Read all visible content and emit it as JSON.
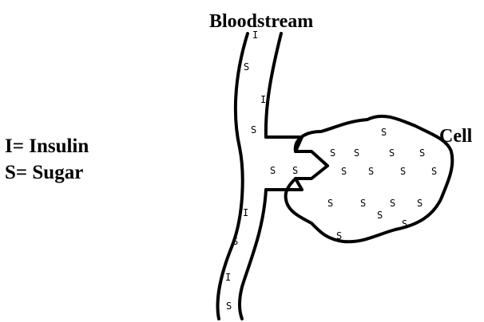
{
  "labels": {
    "bloodstream": "Bloodstream",
    "cell": "Cell"
  },
  "legend": {
    "insulin": "I= Insulin",
    "sugar": "S= Sugar"
  },
  "molecules": {
    "insulin_symbol": "I",
    "sugar_symbol": "S"
  }
}
